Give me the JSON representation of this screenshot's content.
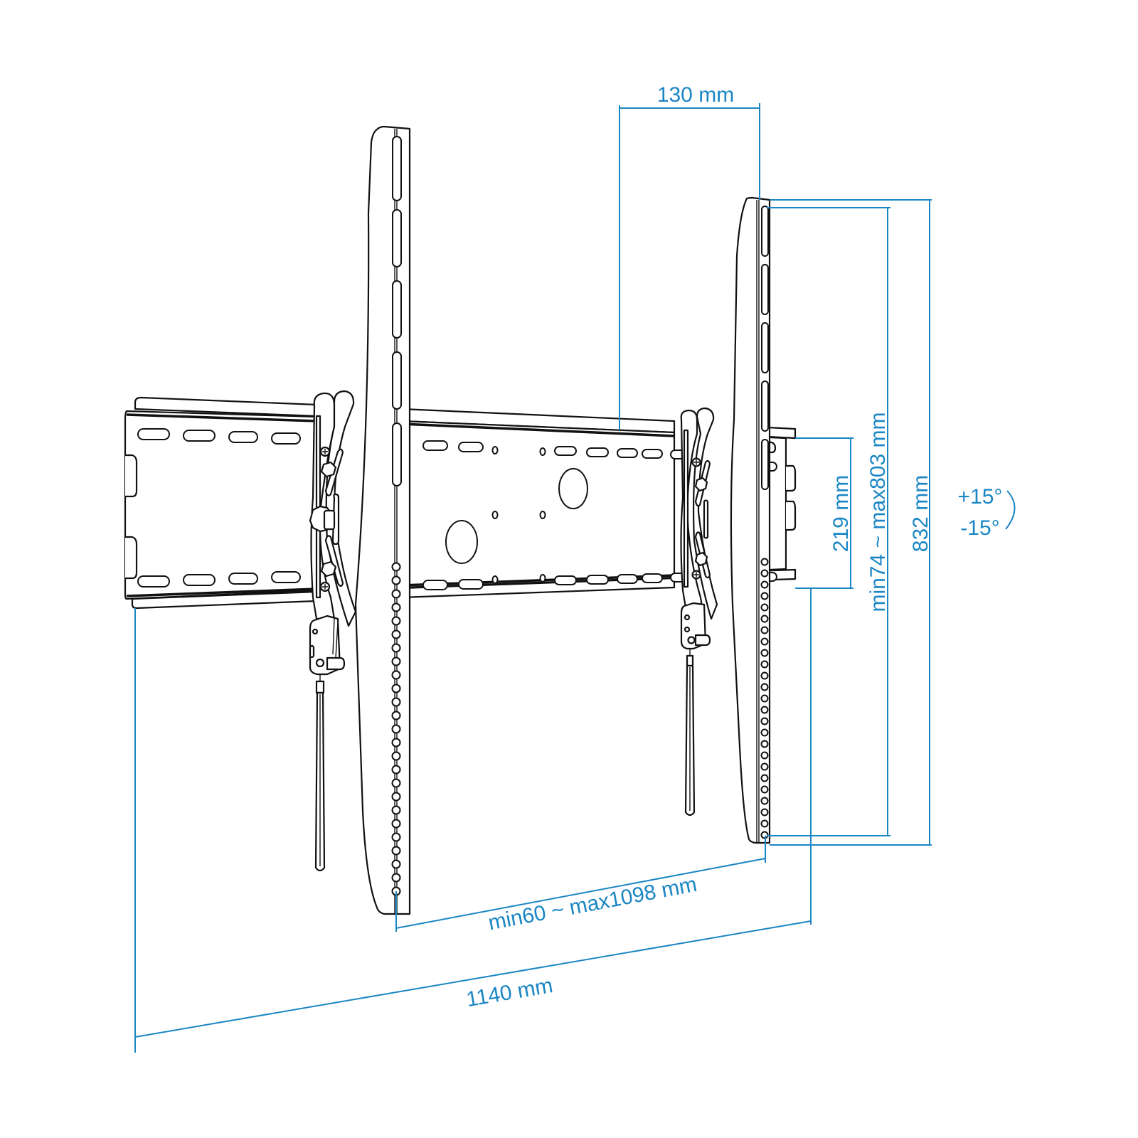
{
  "diagram": {
    "subject": "Tilting TV wall mount bracket",
    "accent_color": "#1a86c4",
    "line_color": "#111111",
    "dimensions": {
      "depth": "130 mm",
      "rail_height": "219 mm",
      "vertical_arm_range": "min74 ~ max803 mm",
      "arm_height": "832 mm",
      "horizontal_arm_range": "min60 ~ max1098 mm",
      "plate_width": "1140 mm"
    },
    "tilt": {
      "plus": "+15°",
      "minus": "-15°"
    }
  }
}
